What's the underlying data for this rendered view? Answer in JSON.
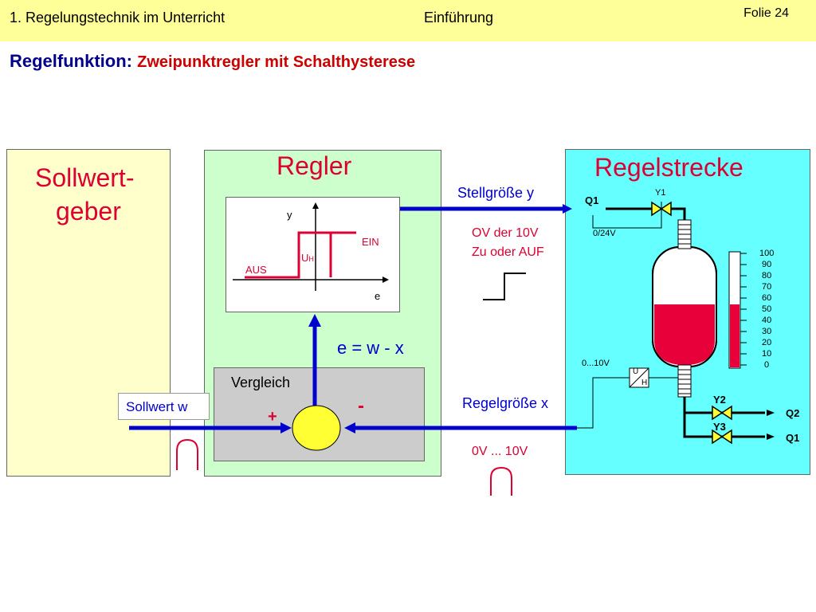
{
  "header": {
    "course": "1. Regelungstechnik im Unterricht",
    "section": "Einführung",
    "slide": "Folie 24"
  },
  "subtitle": {
    "prefix": "Regelfunktion:",
    "topic": "Zweipunktregler mit Schalthysterese"
  },
  "blocks": {
    "sollwertgeber_line1": "Sollwert-",
    "sollwertgeber_line2": "geber",
    "regler": "Regler",
    "regelstrecke": "Regelstrecke"
  },
  "characteristic": {
    "y": "y",
    "e": "e",
    "ein": "EIN",
    "aus": "AUS",
    "uh": "U",
    "uh_sub": "H"
  },
  "regler": {
    "equation": "e = w - x",
    "vergleich": "Vergleich",
    "plus": "+",
    "minus": "-"
  },
  "signals": {
    "sollwert": "Sollwert w",
    "stellgroesse": "Stellgröße y",
    "stell_range_1": "OV der 10V",
    "stell_range_2": "Zu oder AUF",
    "regelgroesse": "Regelgröße x",
    "regel_range": "0V ... 10V"
  },
  "plant": {
    "q1_top": "Q1",
    "y1": "Y1",
    "volt_24": "0/24V",
    "volt_10": "0...10V",
    "u_label": "U",
    "h_label": "H",
    "y2": "Y2",
    "y3": "Y3",
    "q2": "Q2",
    "q1_bottom": "Q1",
    "scale": [
      "100",
      "90",
      "80",
      "70",
      "60",
      "50",
      "40",
      "30",
      "20",
      "10",
      "0"
    ]
  },
  "colors": {
    "header_bg": "#ffff99",
    "regler_bg": "#ccffcc",
    "regelstrecke_bg": "#66ffff",
    "sollwertgeber_bg": "#ffffcc",
    "signal_blue": "#0000cc",
    "accent_red": "#dd0033"
  }
}
